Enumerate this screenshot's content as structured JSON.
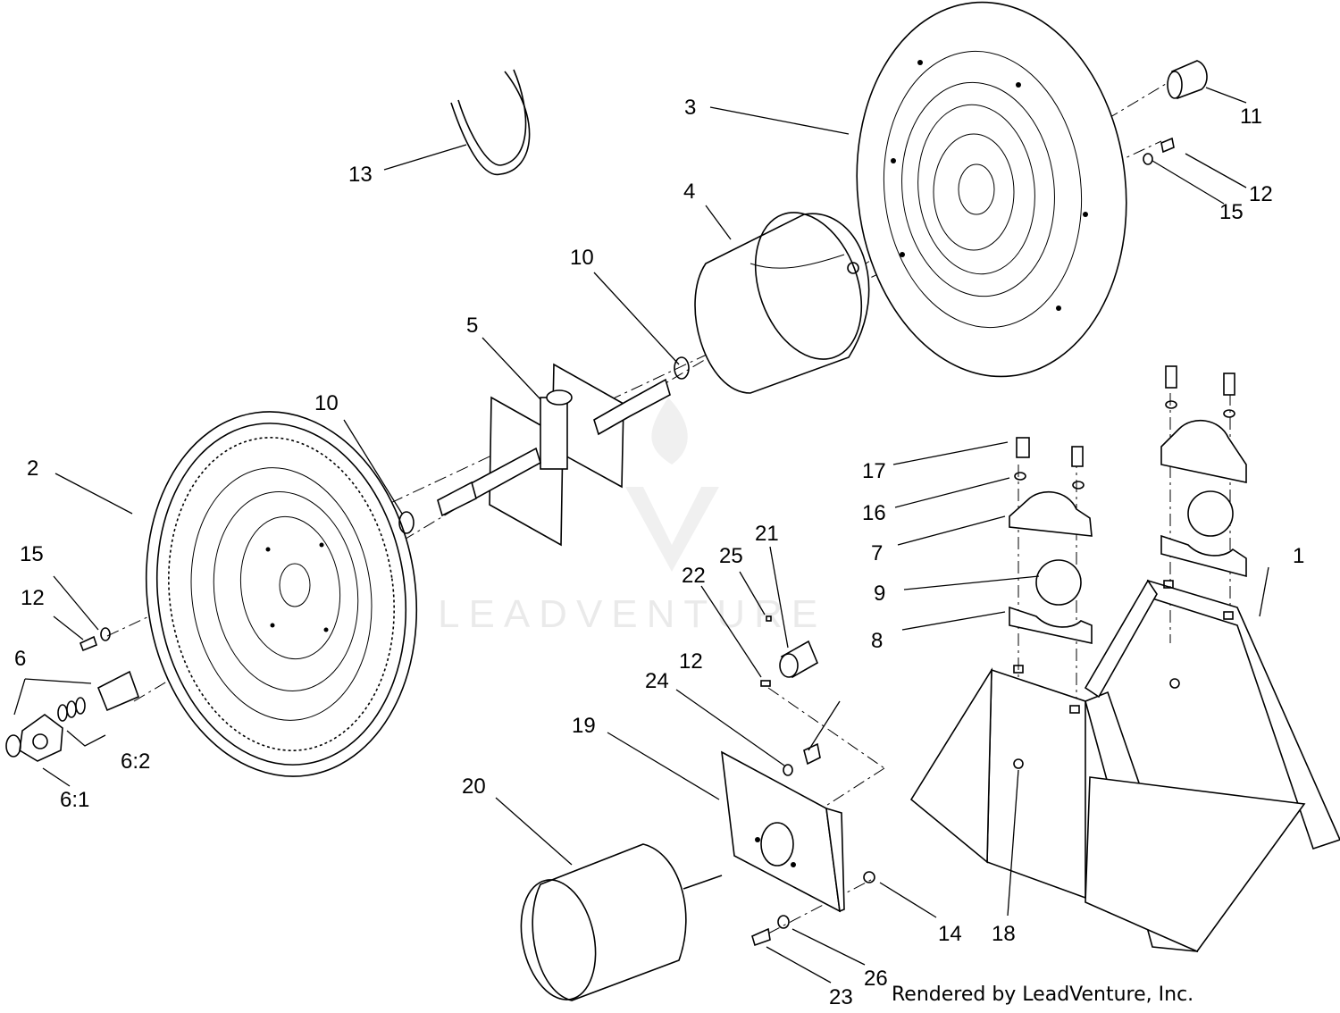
{
  "callouts": {
    "c1": "1",
    "c2": "2",
    "c3": "3",
    "c4": "4",
    "c5": "5",
    "c6": "6",
    "c6_1": "6:1",
    "c6_2": "6:2",
    "c7": "7",
    "c8": "8",
    "c9": "9",
    "c10a": "10",
    "c10b": "10",
    "c11": "11",
    "c12a": "12",
    "c12b": "12",
    "c12c": "12",
    "c13": "13",
    "c14": "14",
    "c15a": "15",
    "c15b": "15",
    "c16": "16",
    "c17": "17",
    "c18": "18",
    "c19": "19",
    "c20": "20",
    "c21": "21",
    "c22": "22",
    "c23": "23",
    "c24": "24",
    "c25": "25",
    "c26": "26"
  },
  "watermark": "LEADVENTURE",
  "footer": "Rendered by LeadVenture, Inc."
}
